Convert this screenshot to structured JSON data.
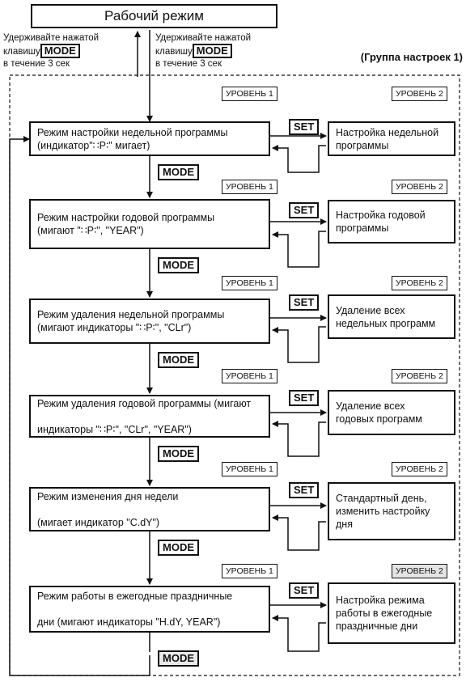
{
  "title": "Рабочий режим",
  "hold_left": {
    "line1": "Удерживайте нажатой",
    "line2_pre": "клавишу",
    "key": "MODE",
    "line3": "в течение 3 сек"
  },
  "hold_right": {
    "line1": "Удерживайте нажатой",
    "line2_pre": "клавишу",
    "key": "MODE",
    "line3": "в течение 3 сек"
  },
  "group_label": "(Группа настроек 1)",
  "keys": {
    "mode": "MODE",
    "set": "SET"
  },
  "levels": {
    "l1": "УРОВЕНЬ 1",
    "l2": "УРОВЕНЬ 2"
  },
  "steps": [
    {
      "mode_lines": [
        "Режим настройки недельной программы",
        "(индикатор\"∷P∶\" мигает)"
      ],
      "set_lines": [
        "Настройка недельной",
        "программы"
      ]
    },
    {
      "mode_lines": [
        "Режим настройки годовой программы",
        "(мигают \"∷P∶\", \"YEAR\")"
      ],
      "set_lines": [
        "Настройка годовой",
        "программы"
      ]
    },
    {
      "mode_lines": [
        "Режим удаления недельной программы",
        "(мигают индикаторы \"∷P∶\", \"CLr\")"
      ],
      "set_lines": [
        "Удаление всех",
        "недельных программ"
      ]
    },
    {
      "mode_lines": [
        "Режим удаления годовой программы (мигают",
        "индикаторы \"∷P∶\", \"CLr\", \"YEAR\")"
      ],
      "set_lines": [
        "Удаление всех",
        "годовых программ"
      ]
    },
    {
      "mode_lines": [
        "Режим изменения дня недели",
        "(мигает индикатор \"C.dY\")"
      ],
      "set_lines": [
        "Стандартный день,",
        "изменить настройку",
        "дня"
      ]
    },
    {
      "mode_lines": [
        "Режим работы в ежегодные праздничные",
        "дни (мигают индикаторы \"H.dY, YEAR\")"
      ],
      "set_lines": [
        "Настройка режима",
        "работы в ежегодные",
        "праздничные дни"
      ]
    }
  ]
}
